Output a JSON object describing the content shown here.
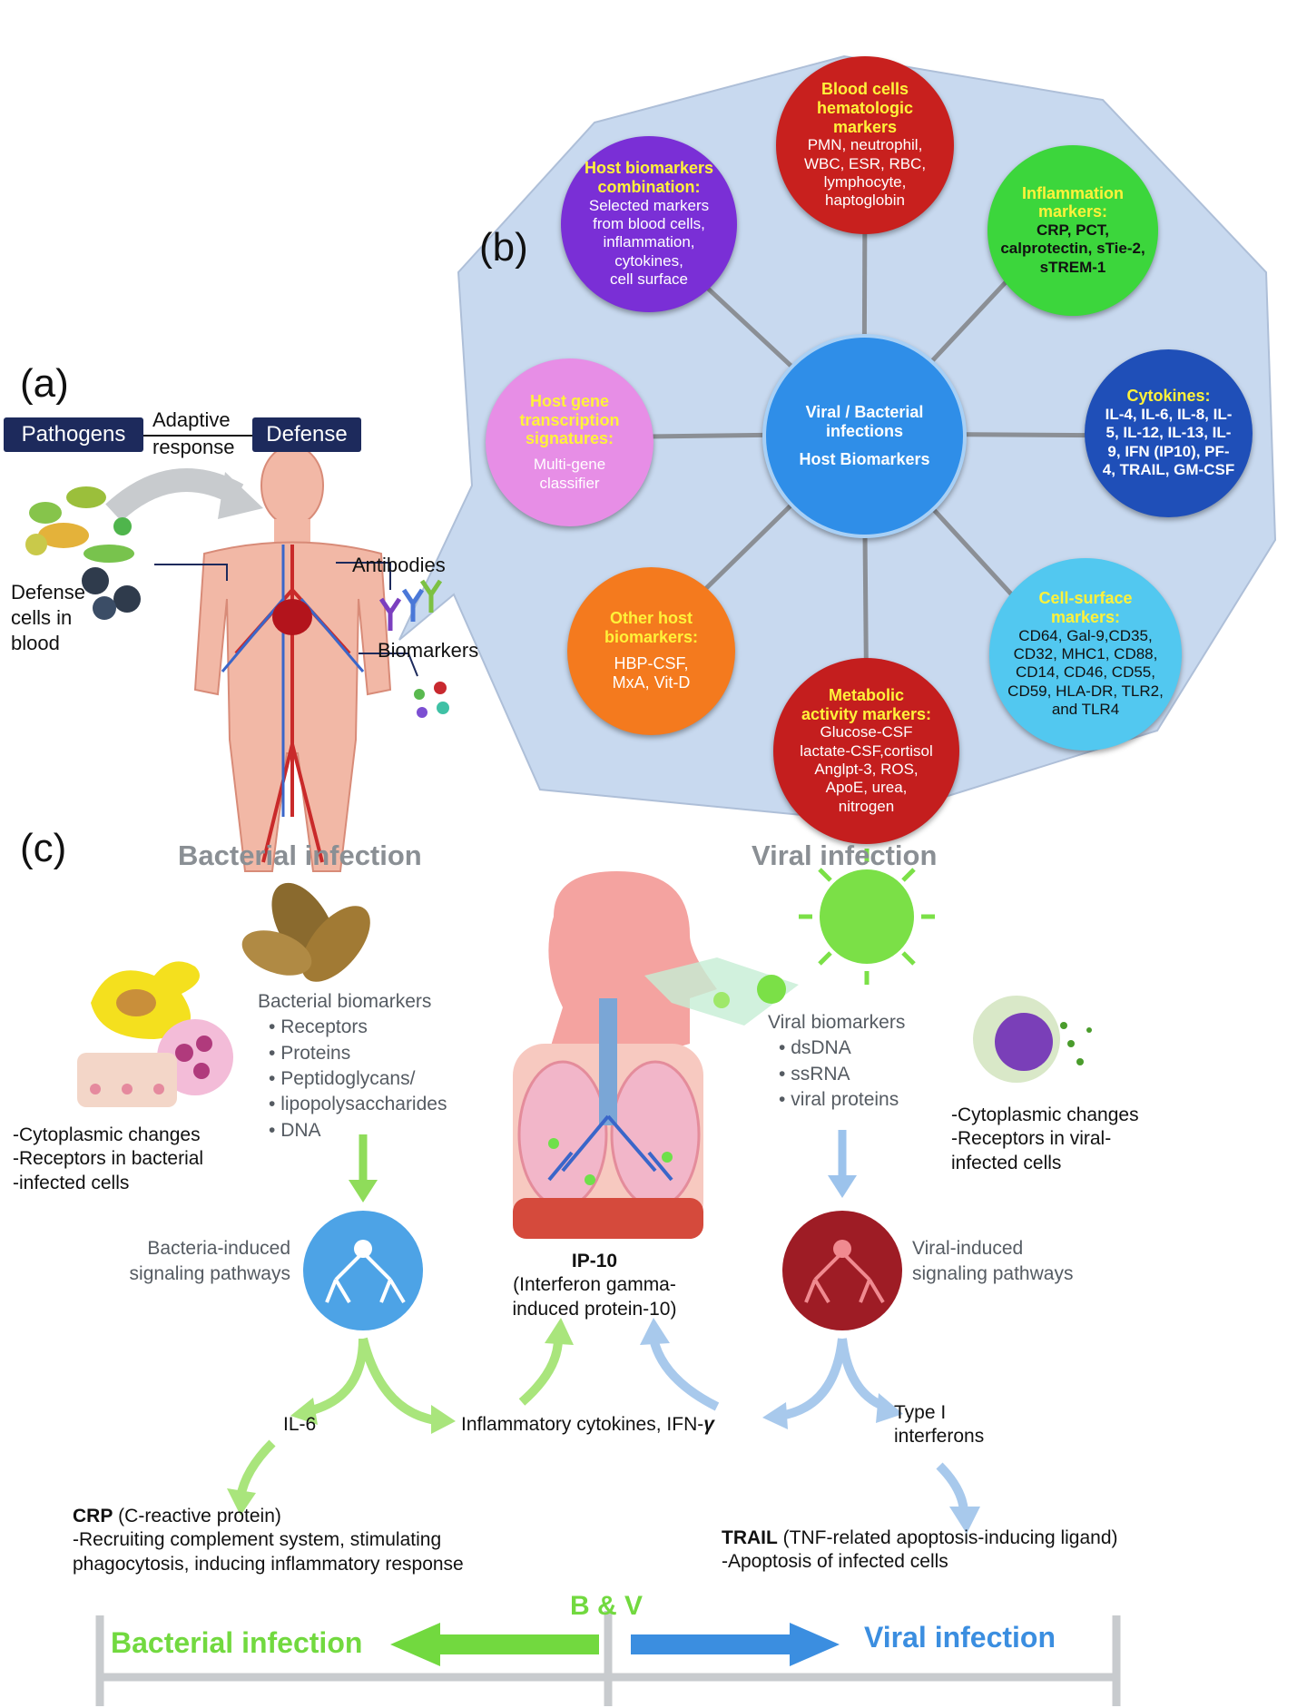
{
  "panel_a": {
    "label": "(a)",
    "pathogens": "Pathogens",
    "adaptive_1": "Adaptive",
    "adaptive_2": "response",
    "defense": "Defense",
    "antibodies": "Antibodies",
    "defense_cells": [
      "Defense",
      "cells in",
      "blood"
    ],
    "biomarkers": "Biomarkers"
  },
  "panel_b": {
    "label": "(b)",
    "center": {
      "title_1": "Viral / Bacterial",
      "title_2": "infections",
      "subtitle": "Host Biomarkers"
    },
    "blood": {
      "title": [
        "Blood cells",
        "hematologic",
        "markers"
      ],
      "body": [
        "PMN, neutrophil,",
        "WBC,  ESR, RBC,",
        "lymphocyte,",
        "haptoglobin"
      ]
    },
    "inflammation": {
      "title": [
        "Inflammation",
        "markers:"
      ],
      "body": [
        "CRP, PCT,",
        "calprotectin, sTie-2,",
        "sTREM-1"
      ]
    },
    "cytokines": {
      "title": [
        "Cytokines:"
      ],
      "body": [
        "IL-4, IL-6, IL-8, IL-",
        "5, IL-12, IL-13, IL-",
        "9, IFN (IP10), PF-",
        "4, TRAIL, GM-CSF"
      ]
    },
    "cell_surface": {
      "title": [
        "Cell-surface",
        "markers:"
      ],
      "body": [
        "CD64, Gal-9,CD35,",
        "CD32, MHC1, CD88,",
        "CD14, CD46, CD55,",
        "CD59, HLA-DR, TLR2,",
        "and TLR4"
      ]
    },
    "metabolic": {
      "title": [
        "Metabolic",
        "activity markers:"
      ],
      "body": [
        "Glucose-CSF",
        "lactate-CSF,cortisol",
        "Anglpt-3, ROS,",
        "ApoE, urea,",
        "nitrogen"
      ]
    },
    "other": {
      "title": [
        "Other host",
        "biomarkers:"
      ],
      "body": [
        "HBP-CSF,",
        "MxA, Vit-D"
      ]
    },
    "gene": {
      "title": [
        "Host  gene",
        "transcription",
        "signatures:"
      ],
      "body": [
        "Multi-gene",
        "classifier"
      ]
    },
    "combination": {
      "title": [
        "Host biomarkers",
        "combination:"
      ],
      "body": [
        "Selected  markers",
        "from blood cells,",
        "inflammation,",
        "cytokines,",
        "cell surface"
      ]
    }
  },
  "panel_c": {
    "label": "(c)",
    "bacterial_heading": "Bacterial infection",
    "viral_heading": "Viral infection",
    "bact_biomarkers_title": "Bacterial biomarkers",
    "bact_biomarkers": [
      "Receptors",
      "Proteins",
      "Peptidoglycans/",
      "lipopolysaccharides",
      "DNA"
    ],
    "viral_biomarkers_title": "Viral biomarkers",
    "viral_biomarkers": [
      "dsDNA",
      "ssRNA",
      "viral proteins"
    ],
    "bact_cells": [
      "-Cytoplasmic changes",
      "-Receptors in bacterial",
      "-infected cells"
    ],
    "viral_cells": [
      "-Cytoplasmic changes",
      "-Receptors in viral-",
      "infected cells"
    ],
    "bact_pathway": [
      "Bacteria-induced",
      "signaling pathways"
    ],
    "viral_pathway": [
      "Viral-induced",
      "signaling pathways"
    ],
    "ip10_title": "IP-10",
    "ip10_desc": [
      "(Interferon gamma-",
      "induced protein-10)"
    ],
    "il6": "IL-6",
    "inflam_cyt": "Inflammatory cytokines, IFN-",
    "gamma": "γ",
    "type1": [
      "Type I",
      "interferons"
    ],
    "crp_bold": "CRP",
    "crp_rest": " (C-reactive protein)",
    "crp_desc": [
      "-Recruiting complement system, stimulating",
      "phagocytosis, inducing inflammatory response"
    ],
    "trail_bold": "TRAIL",
    "trail_rest": " (TNF-related apoptosis-inducing ligand)",
    "trail_desc": "-Apoptosis of infected cells",
    "bv": "B & V",
    "scale_bacterial": "Bacterial infection",
    "scale_viral": "Viral infection"
  },
  "colors": {
    "navy": "#1d2a5c",
    "center_blue": "#2f8ee8",
    "blood_red": "#c8201e",
    "inflammation_green": "#3cd63c",
    "cytokine_blue": "#1f4fb8",
    "cell_surface_cyan": "#52c8f0",
    "metabolic_red": "#c41e1e",
    "other_orange": "#f47a1e",
    "gene_pink": "#e78ee6",
    "combination_purple": "#7a2fd6",
    "yellow_title": "#fff23a",
    "bacterial_green": "#72d93f",
    "viral_blue": "#3b8ee0"
  }
}
